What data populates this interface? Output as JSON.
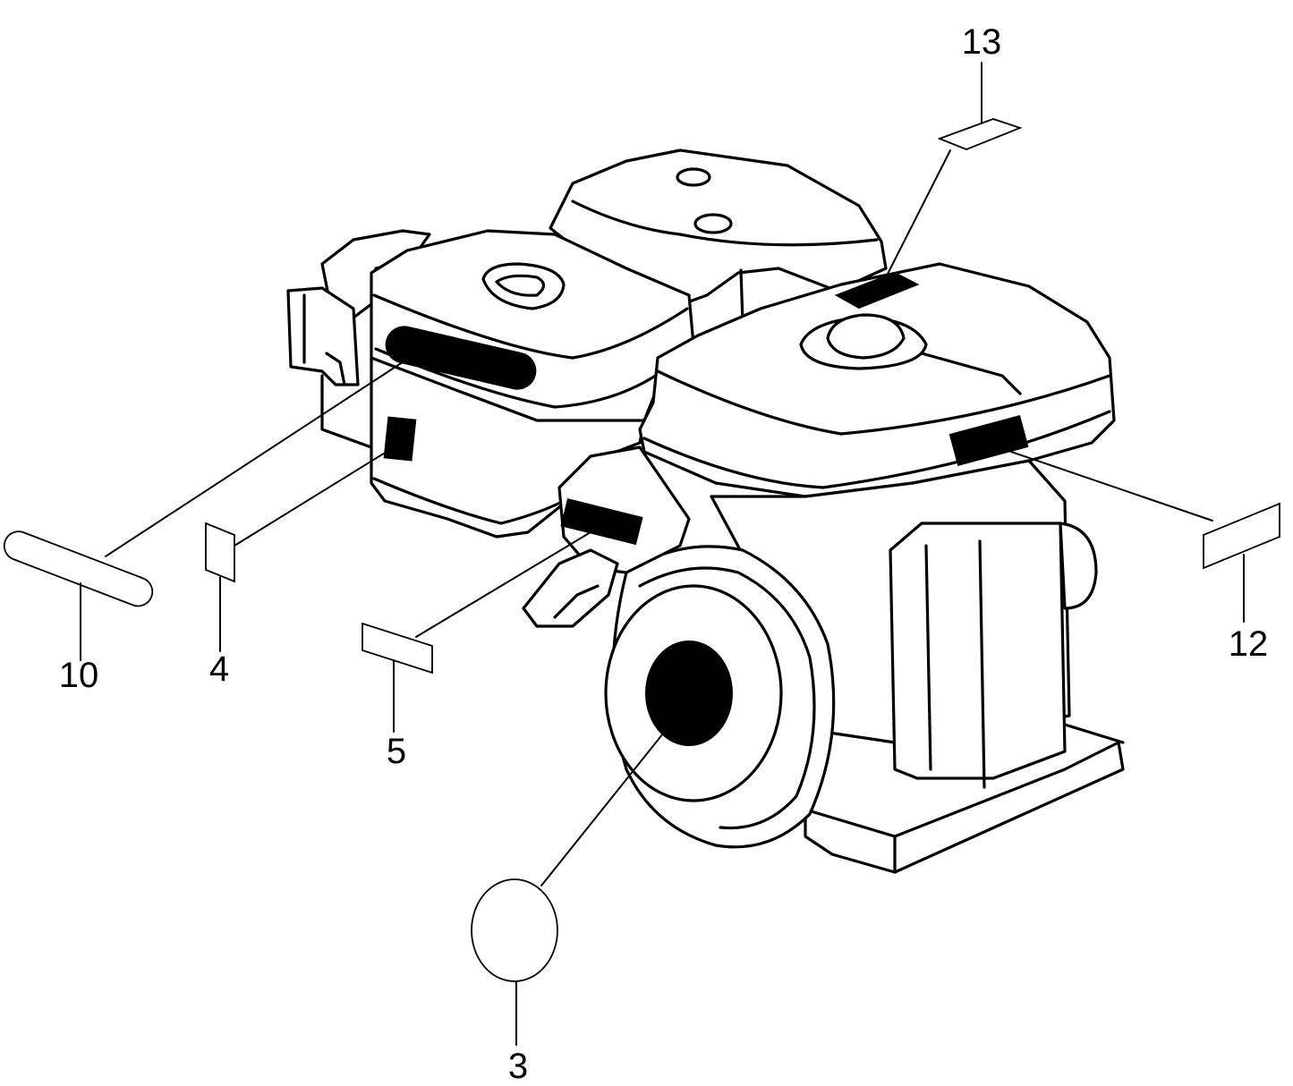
{
  "diagram": {
    "callouts": [
      {
        "id": "c10",
        "label": "10"
      },
      {
        "id": "c4",
        "label": "4"
      },
      {
        "id": "c5",
        "label": "5"
      },
      {
        "id": "c3",
        "label": "3"
      },
      {
        "id": "c12",
        "label": "12"
      },
      {
        "id": "c13",
        "label": "13"
      }
    ]
  }
}
